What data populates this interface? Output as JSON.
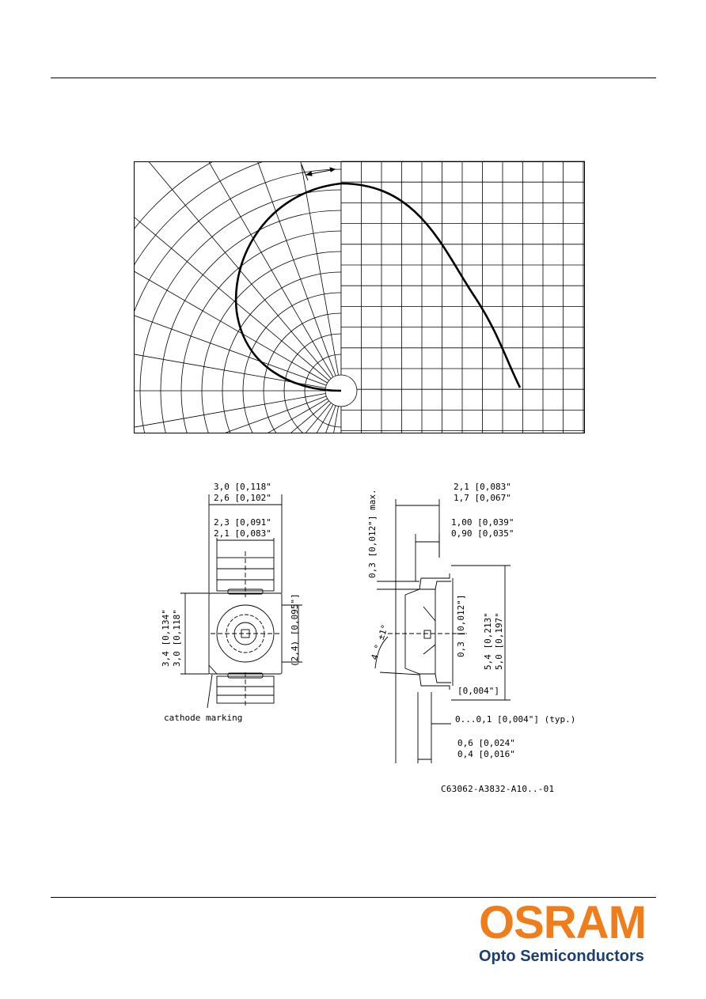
{
  "drawing": {
    "dims": {
      "w_outer_1": "3,0  [0,118\"",
      "w_outer_2": "2,6  [0,102\"",
      "w_inner_1": "2,3  [0,091\"",
      "w_inner_2": "2,1  [0,083\"",
      "h_body_1": "3,4  [0,134\"",
      "h_body_2": "3,0  [0,118\"",
      "lens_dia": "(2,4) [0,095\"]",
      "side_w_1": "2,1  [0,083\"",
      "side_w_2": "1,7  [0,067\"",
      "side_d_1": "1,00  [0,039\"",
      "side_d_2": "0,90  [0,035\"",
      "lead_max": "0,3 [0,012\"] max.",
      "lead_t": "0,3 [0,012\"]",
      "height_1": "5,4  [0,213\"",
      "height_2": "5,0  [0,197\"",
      "gap": "[0,004\"]",
      "standoff": "0...0,1 [0,004\"] (typ.)",
      "lead_w_1": "0,6  [0,024\"",
      "lead_w_2": "0,4  [0,016\"",
      "angle": "4 ° ±1°"
    },
    "cathode_label": "cathode marking"
  },
  "part_code": "C63062-A3832-A10..-01",
  "logo": {
    "wordmark": "OSRAM",
    "subtitle": "Opto Semiconductors",
    "color_primary": "#f07d1c",
    "color_secondary": "#1d3f6e"
  }
}
